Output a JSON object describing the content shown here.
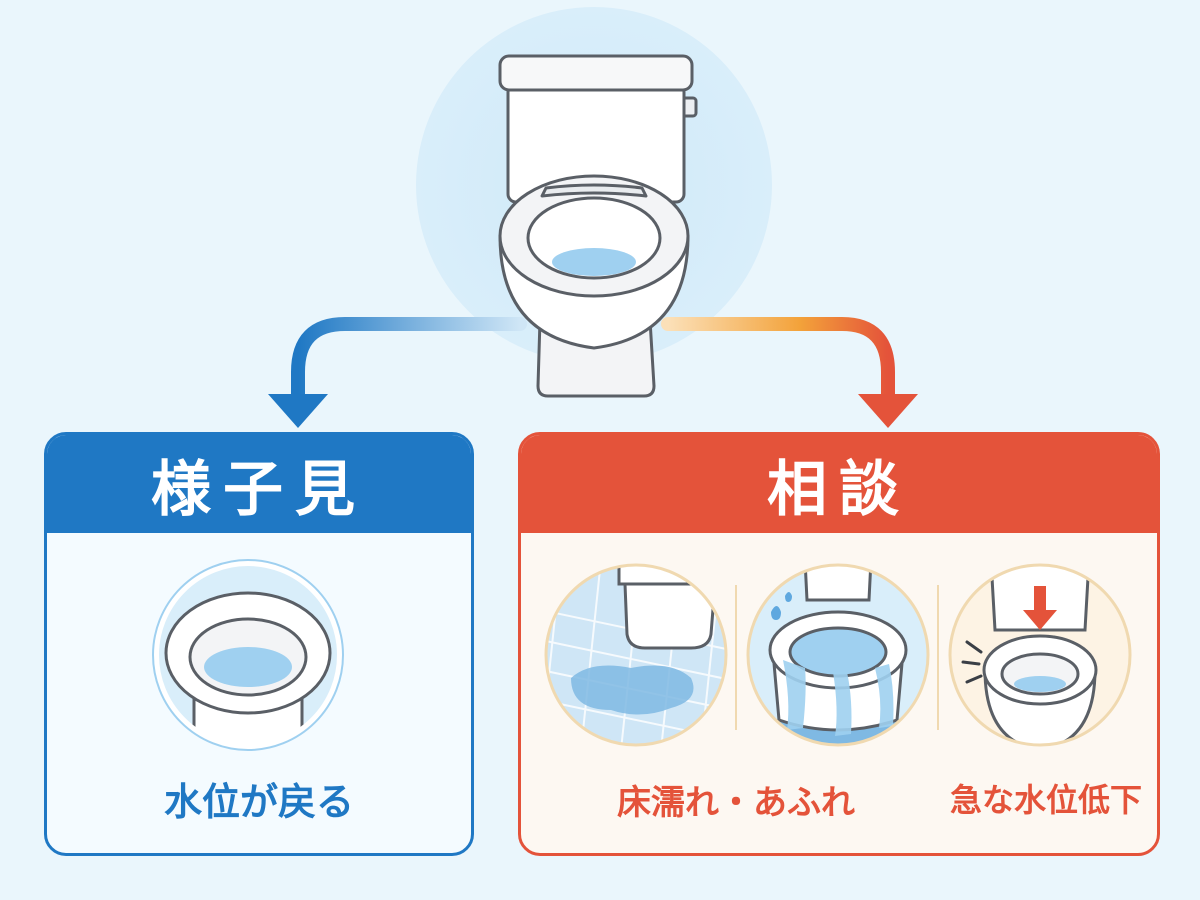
{
  "left_panel": {
    "title": "様子見",
    "caption": "水位が戻る"
  },
  "right_panel": {
    "title": "相談",
    "caption_1": "床濡れ・あふれ",
    "caption_2": "急な水位低下"
  },
  "colors": {
    "background": "#eaf6fc",
    "blue": "#1f78c4",
    "red": "#e4533a",
    "orange": "#f3a23a",
    "water": "#9fd0f0"
  },
  "icons": {
    "main": "toilet-icon",
    "left_scene": "normal-water-level-icon",
    "right_scene_1": "floor-leak-icon",
    "right_scene_2": "overflow-icon",
    "right_scene_3": "water-level-drop-icon"
  }
}
